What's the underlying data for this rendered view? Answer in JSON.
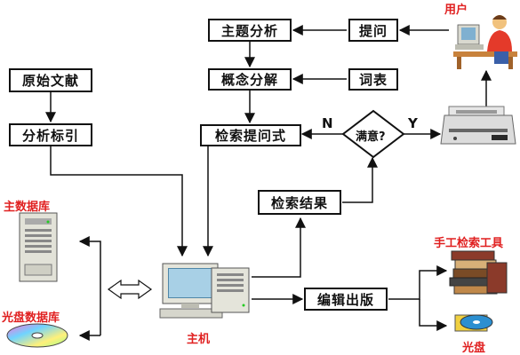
{
  "boxes": {
    "subject_analysis": "主题分析",
    "ask": "提问",
    "original_docs": "原始文献",
    "concept_decompose": "概念分解",
    "vocabulary": "词表",
    "analysis_index": "分析标引",
    "search_expression": "检索提问式",
    "search_results": "检索结果",
    "edit_publish": "编辑出版"
  },
  "decision": {
    "text": "满意?",
    "no": "N",
    "yes": "Y"
  },
  "labels": {
    "user": "用户",
    "main_db": "主数据库",
    "cd_db": "光盘数据库",
    "host": "主机",
    "manual_tools": "手工检索工具",
    "cd": "光盘"
  },
  "colors": {
    "label_red": "#e02020",
    "line": "#111111"
  }
}
